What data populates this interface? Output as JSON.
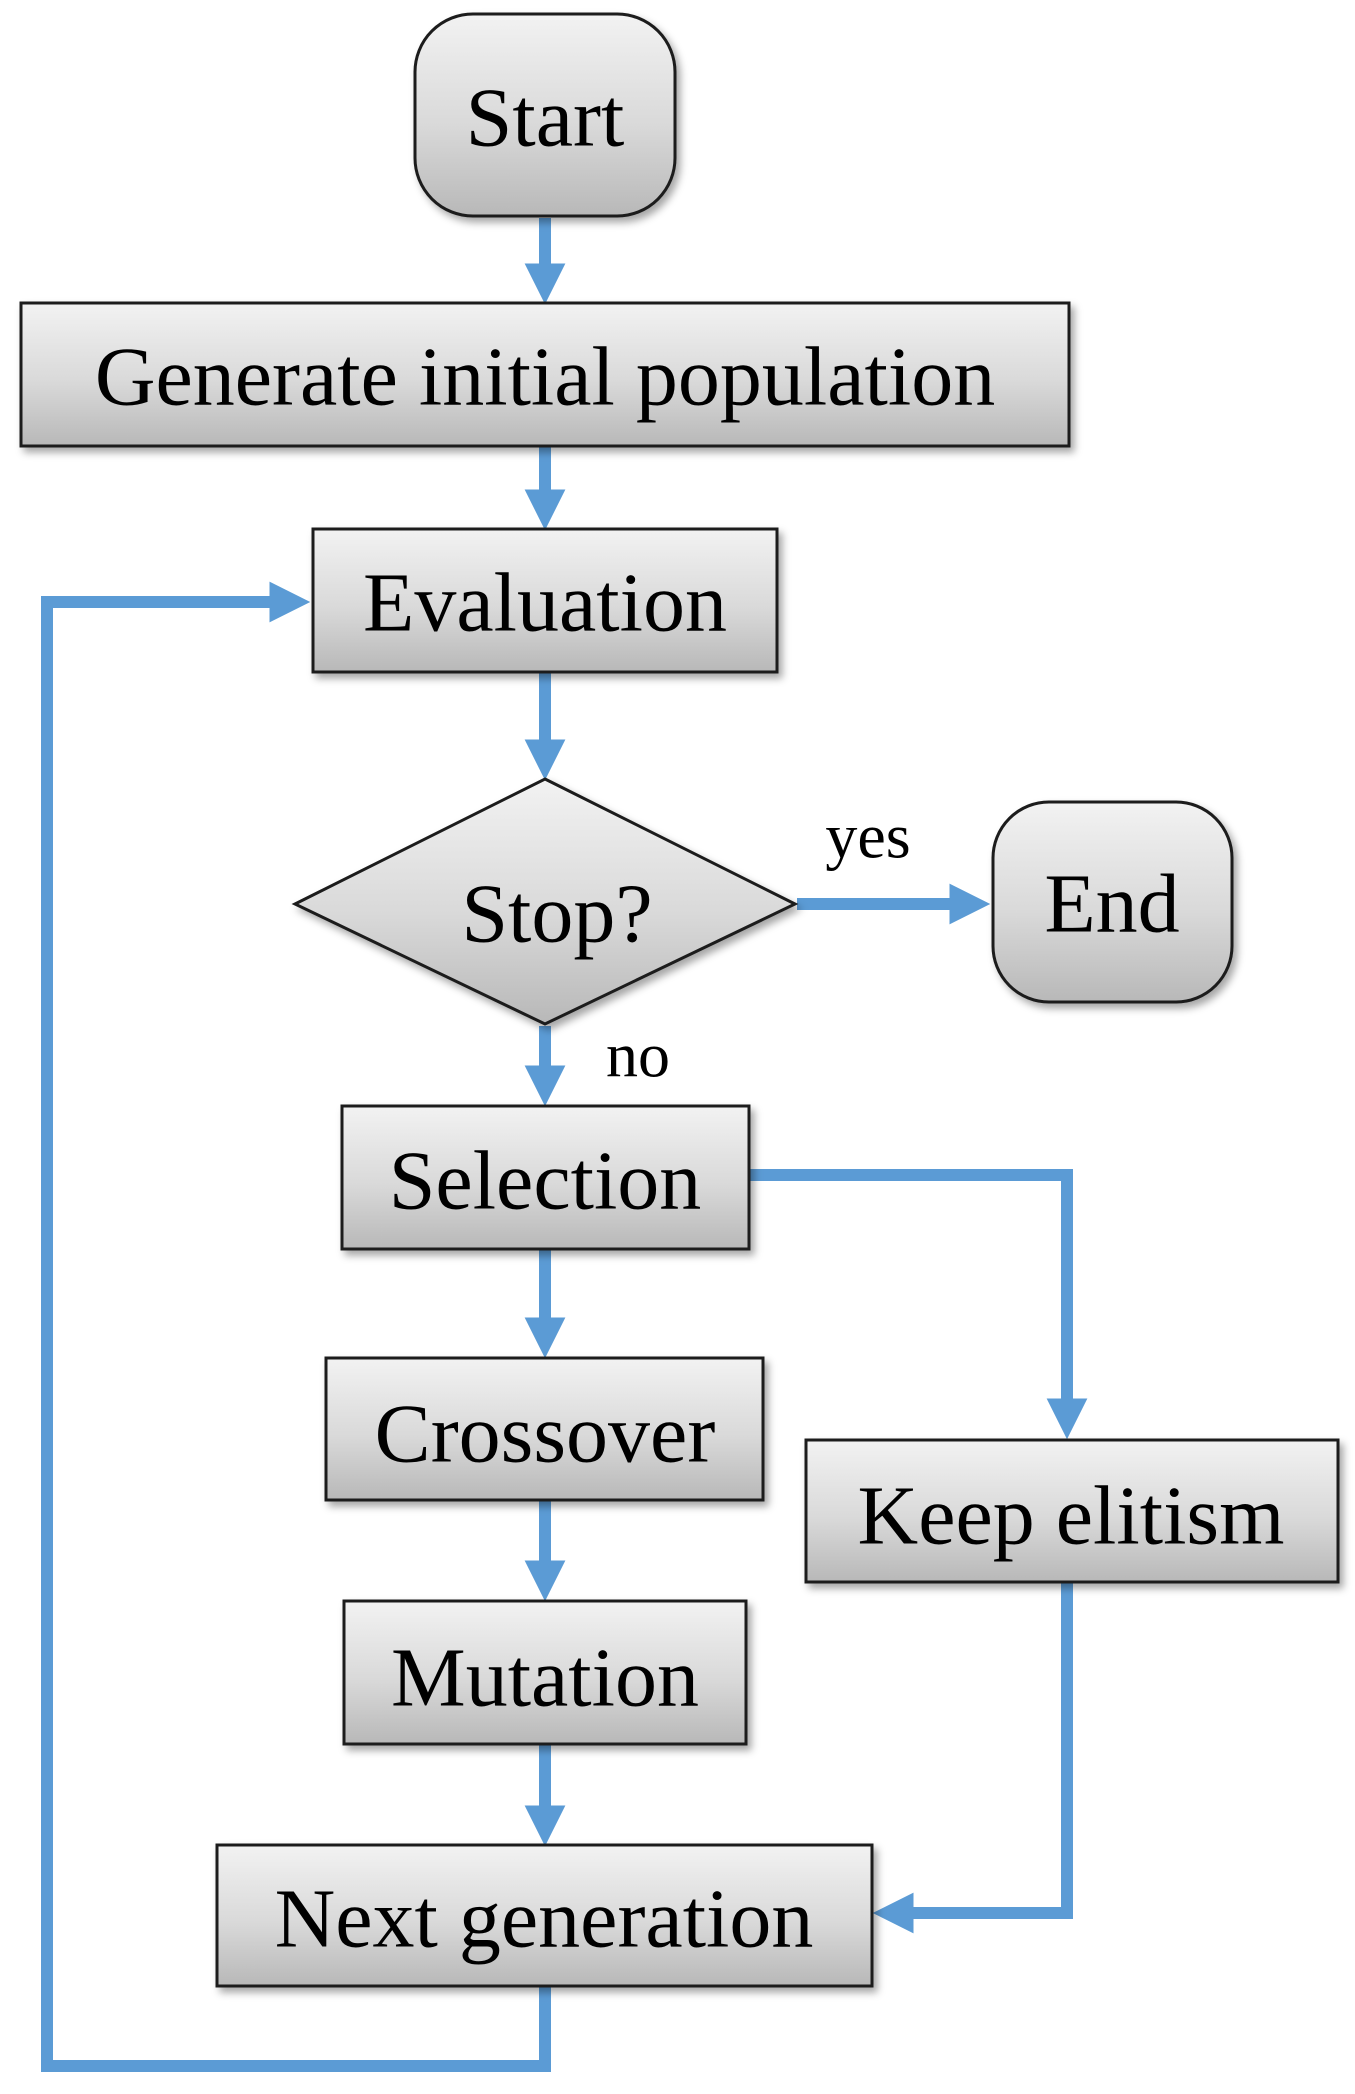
{
  "nodes": {
    "start": "Start",
    "generate": "Generate initial population",
    "evaluation": "Evaluation",
    "stop": "Stop?",
    "end": "End",
    "selection": "Selection",
    "crossover": "Crossover",
    "mutation": "Mutation",
    "keep_elitism": "Keep elitism",
    "next_generation": "Next generation"
  },
  "edge_labels": {
    "yes": "yes",
    "no": "no"
  },
  "colors": {
    "connector": "#5b9bd5",
    "box_fill_top": "#f2f2f2",
    "box_fill_bottom": "#b8b8b8",
    "box_stroke": "#1a1a1a"
  }
}
